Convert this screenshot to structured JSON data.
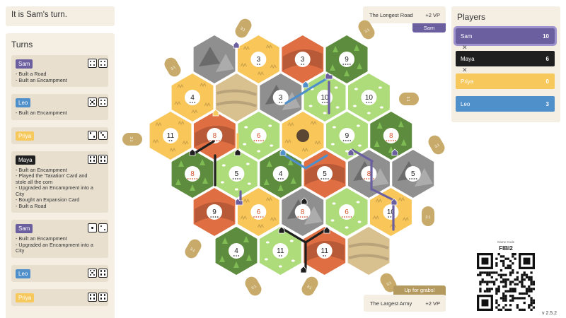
{
  "status": {
    "turn_text": "It is Sam's turn."
  },
  "turns": {
    "title": "Turns",
    "entries": [
      {
        "player": "Sam",
        "color": "#6b5fa0",
        "dice": [
          4,
          4
        ],
        "lines": [
          "- Built a Road",
          "- Built an Encampment"
        ]
      },
      {
        "player": "Leo",
        "color": "#4f8fca",
        "dice": [
          5,
          4
        ],
        "lines": [
          "- Built an Encampment"
        ]
      },
      {
        "player": "Priya",
        "color": "#f7c85b",
        "dice": [
          2,
          3
        ],
        "lines": []
      },
      {
        "player": "Maya",
        "color": "#1f1f1f",
        "dice": [
          4,
          4
        ],
        "lines": [
          "- Built an Encampment",
          "- Played the 'Taxation' Card and",
          "  stole all the corn",
          "- Upgraded an Encampment into a",
          "  City",
          "- Bought an Expansion Card",
          "- Built a Road"
        ]
      },
      {
        "player": "Sam",
        "color": "#6b5fa0",
        "dice": [
          1,
          2
        ],
        "lines": [
          "- Built an Encampment",
          "- Upgraded an Encampment into a",
          "  City"
        ]
      },
      {
        "player": "Leo",
        "color": "#4f8fca",
        "dice": [
          5,
          4
        ],
        "lines": []
      },
      {
        "player": "Priya",
        "color": "#f7c85b",
        "dice": [
          4,
          4
        ],
        "lines": []
      }
    ]
  },
  "players": {
    "title": "Players",
    "rows": [
      {
        "name": "Sam",
        "score": "10",
        "color": "#6b5fa0"
      },
      {
        "name": "Maya",
        "score": "6",
        "color": "#1f1f1f"
      },
      {
        "name": "Priya",
        "score": "0",
        "color": "#f7c85b"
      },
      {
        "name": "Leo",
        "score": "3",
        "color": "#4f8fca"
      }
    ],
    "swap_icon": "x-icon"
  },
  "awards": {
    "longest_road": {
      "label": "The Longest Road",
      "vp": "+2 VP",
      "owner": "Sam"
    },
    "largest_army": {
      "label": "The Largest Army",
      "vp": "+2 VP",
      "status": "Up for grabs!"
    }
  },
  "game": {
    "code_label": "Game Code",
    "code": "FIBI2",
    "version": "v 2.5.2"
  },
  "board": {
    "colors": {
      "forest": "#5e8c3e",
      "field": "#f9c65a",
      "hill": "#e06e43",
      "mountain": "#8f8f8f",
      "pasture": "#aedc7a",
      "desert": "#d9c08f",
      "port": "#c8ab6a"
    },
    "harbor_ratio": "3:1",
    "tiles": [
      {
        "row": 0,
        "col": 0,
        "type": "mountain",
        "number": ""
      },
      {
        "row": 0,
        "col": 1,
        "type": "field",
        "number": "3"
      },
      {
        "row": 0,
        "col": 2,
        "type": "hill",
        "number": "3"
      },
      {
        "row": 0,
        "col": 3,
        "type": "forest",
        "number": "9"
      },
      {
        "row": 1,
        "col": 0,
        "type": "field",
        "number": "4"
      },
      {
        "row": 1,
        "col": 1,
        "type": "desert",
        "number": ""
      },
      {
        "row": 1,
        "col": 2,
        "type": "mountain",
        "number": "3"
      },
      {
        "row": 1,
        "col": 3,
        "type": "pasture",
        "number": "10"
      },
      {
        "row": 1,
        "col": 4,
        "type": "pasture",
        "number": "10"
      },
      {
        "row": 2,
        "col": 0,
        "type": "field",
        "number": "11"
      },
      {
        "row": 2,
        "col": 1,
        "type": "hill",
        "number": "8"
      },
      {
        "row": 2,
        "col": 2,
        "type": "pasture",
        "number": "6"
      },
      {
        "row": 2,
        "col": 3,
        "type": "field",
        "number": "",
        "robber": true
      },
      {
        "row": 2,
        "col": 4,
        "type": "pasture",
        "number": "9"
      },
      {
        "row": 2,
        "col": 5,
        "type": "forest",
        "number": "8"
      },
      {
        "row": 3,
        "col": 0,
        "type": "forest",
        "number": "8"
      },
      {
        "row": 3,
        "col": 1,
        "type": "pasture",
        "number": "5"
      },
      {
        "row": 3,
        "col": 2,
        "type": "forest",
        "number": "4"
      },
      {
        "row": 3,
        "col": 3,
        "type": "hill",
        "number": "5"
      },
      {
        "row": 3,
        "col": 4,
        "type": "mountain",
        "number": "8"
      },
      {
        "row": 3,
        "col": 5,
        "type": "mountain",
        "number": "5"
      },
      {
        "row": 4,
        "col": 0,
        "type": "hill",
        "number": "9"
      },
      {
        "row": 4,
        "col": 1,
        "type": "field",
        "number": "6"
      },
      {
        "row": 4,
        "col": 2,
        "type": "mountain",
        "number": "8"
      },
      {
        "row": 4,
        "col": 3,
        "type": "pasture",
        "number": "6"
      },
      {
        "row": 4,
        "col": 4,
        "type": "field",
        "number": "10"
      },
      {
        "row": 5,
        "col": 0,
        "type": "forest",
        "number": "4"
      },
      {
        "row": 5,
        "col": 1,
        "type": "pasture",
        "number": "11"
      },
      {
        "row": 5,
        "col": 2,
        "type": "hill",
        "number": "11"
      },
      {
        "row": 5,
        "col": 3,
        "type": "desert",
        "number": ""
      }
    ]
  }
}
